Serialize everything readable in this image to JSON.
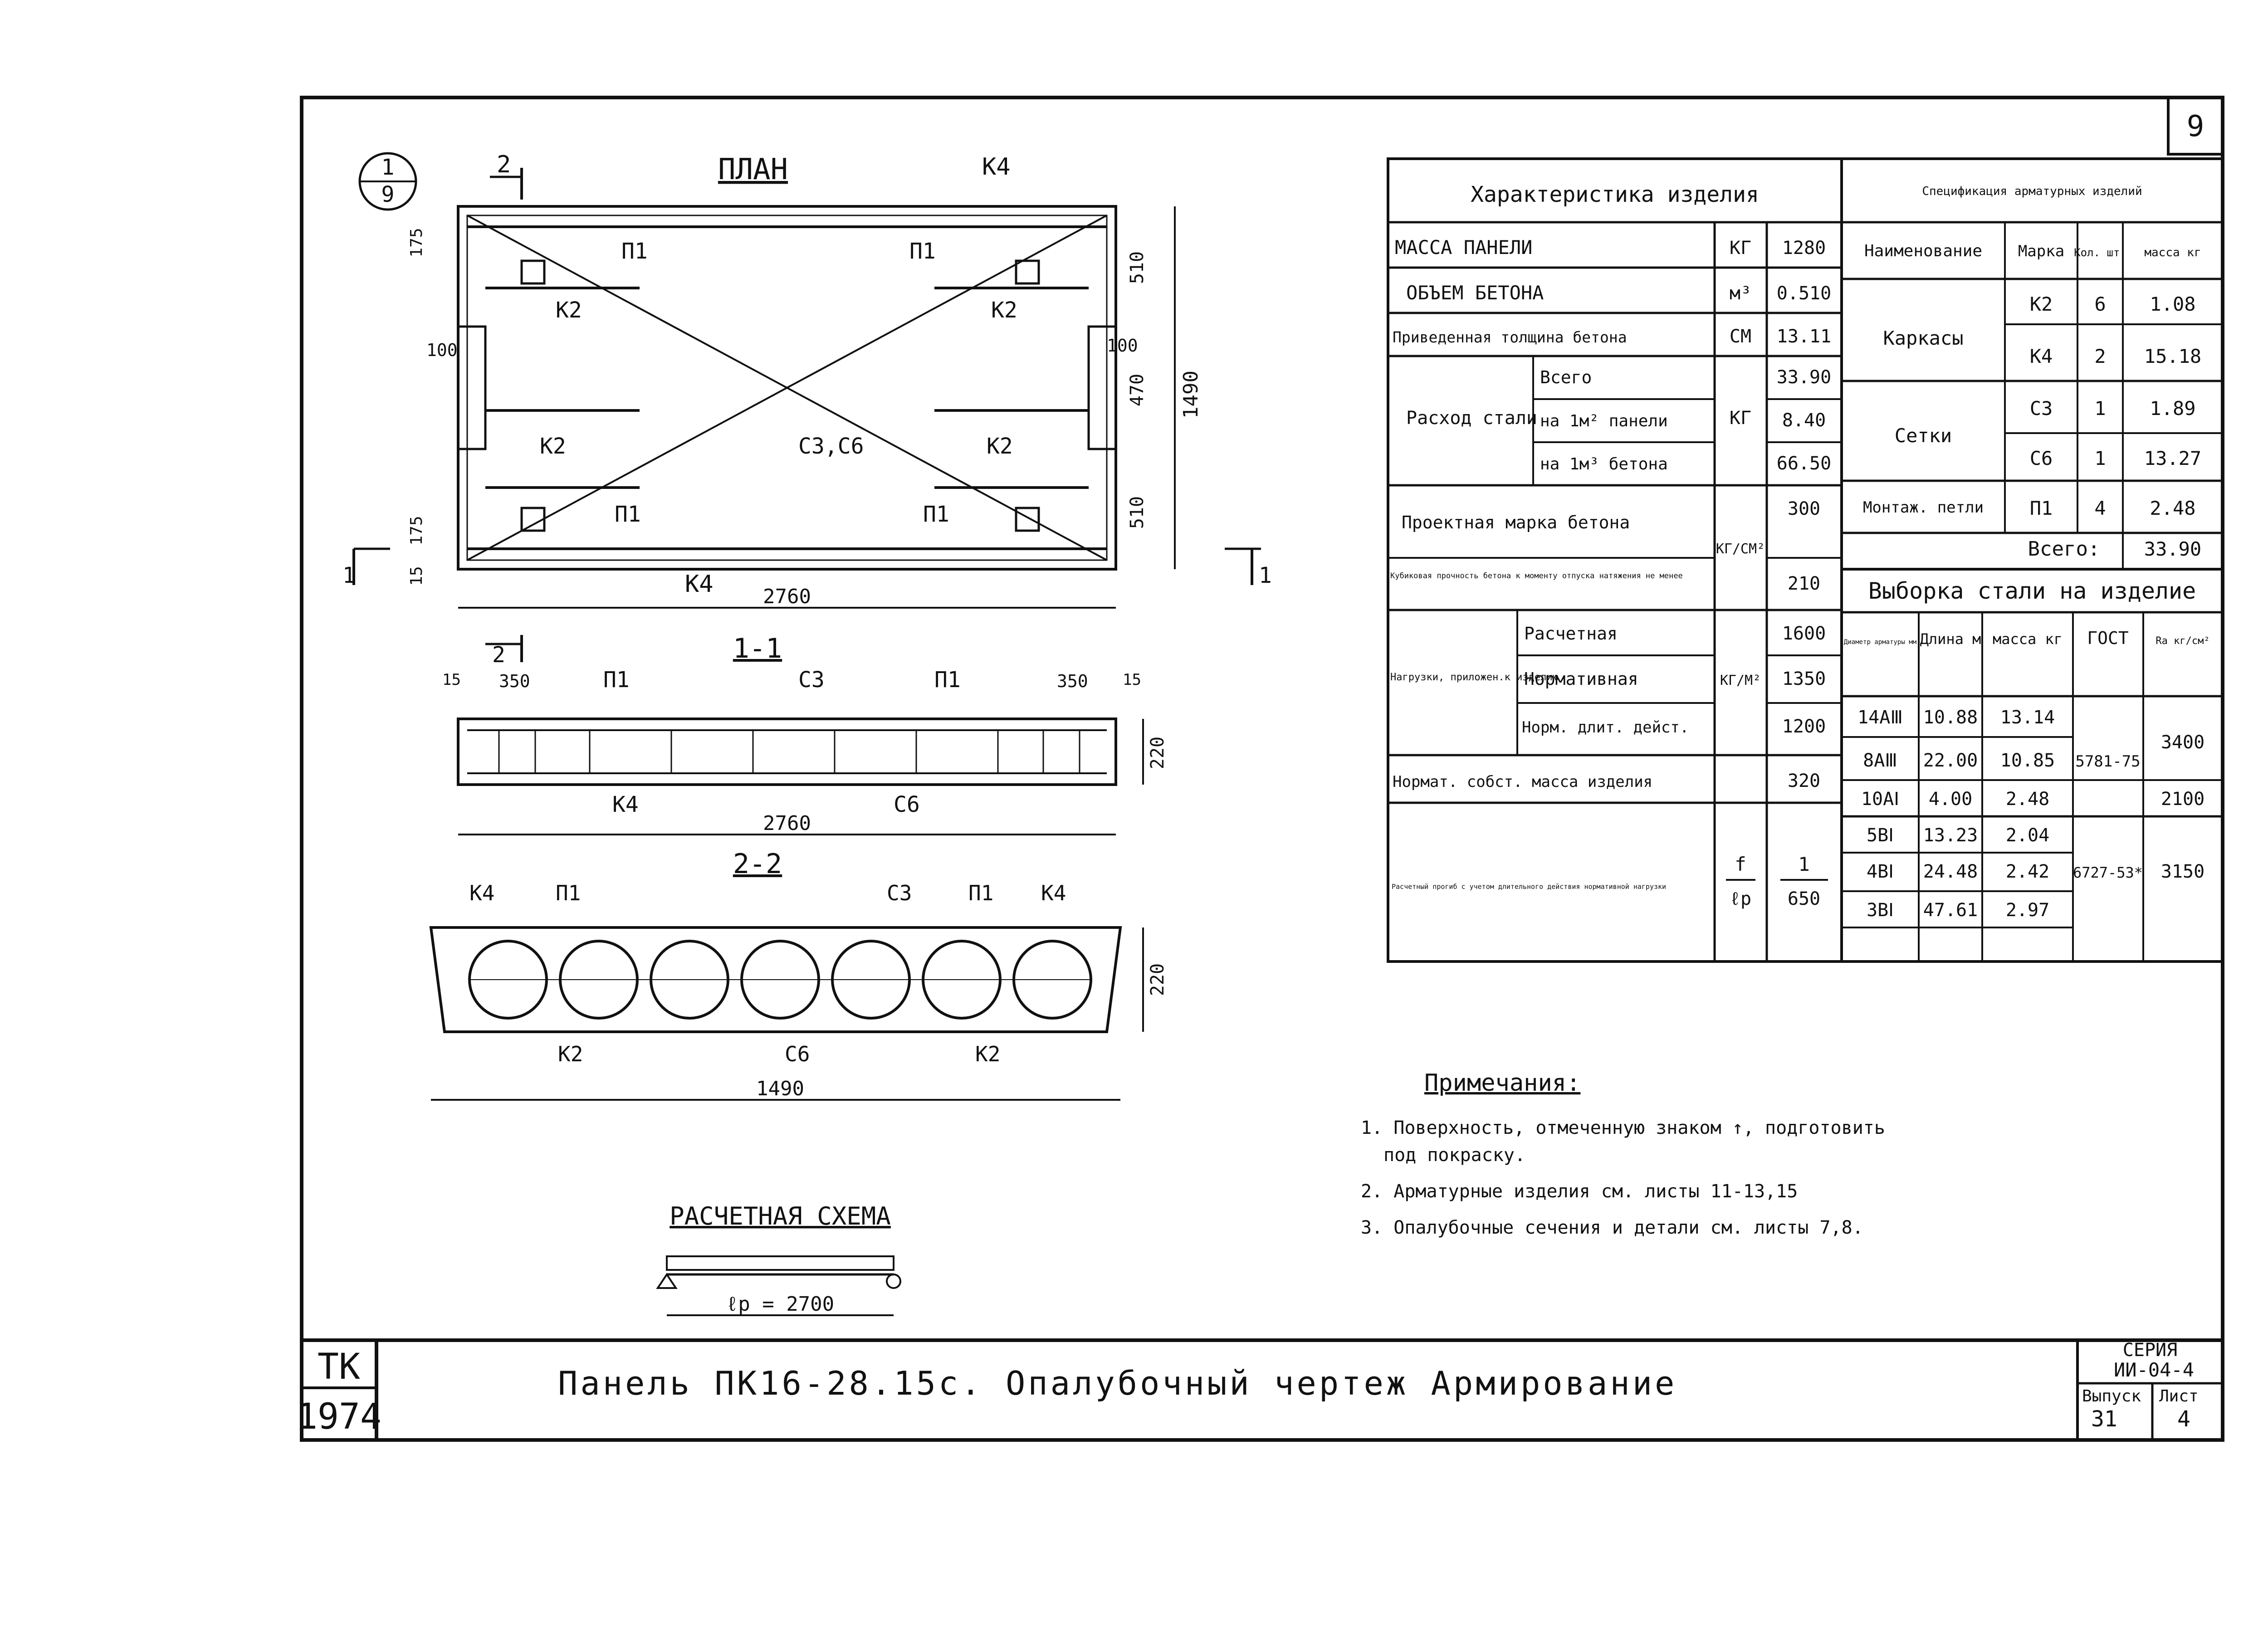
{
  "sheet_number": "9",
  "title_block": {
    "org": "ТК",
    "year": "1974",
    "title": "Панель  ПК16-28.15с.  Опалубочный  чертеж  Армирование",
    "series_label": "СЕРИЯ",
    "series": "ИИ-04-4",
    "issue_label": "Выпуск",
    "issue": "31",
    "sheet_label": "Лист",
    "sheet": "4"
  },
  "drawings": {
    "plan": {
      "title": "ПЛАН",
      "detail_ref_top": "1",
      "detail_ref_bottom": "9",
      "section_mark_2": "2",
      "section_mark_1": "1",
      "marks": {
        "k4": "К4",
        "k2": "К2",
        "p1": "П1",
        "c3c6": "С3,С6"
      },
      "dims": {
        "length": "2760",
        "width": "1490",
        "d510": "510",
        "d470": "470",
        "d100": "100",
        "d175": "175",
        "d15": "15"
      }
    },
    "section_1_1": {
      "title": "1-1",
      "marks": {
        "p1": "П1",
        "c3": "С3",
        "k4": "К4",
        "c6": "С6"
      },
      "dims": {
        "length": "2760",
        "height": "220",
        "d350": "350",
        "d15": "15"
      }
    },
    "section_2_2": {
      "title": "2-2",
      "marks": {
        "k4": "К4",
        "p1": "П1",
        "c3": "С3",
        "k2": "К2",
        "c6": "С6"
      },
      "dims": {
        "width": "1490",
        "height": "220"
      }
    },
    "design_scheme": {
      "title": "РАСЧЕТНАЯ СХЕМА",
      "span": "ℓр = 2700"
    }
  },
  "characteristics": {
    "header": "Характеристика изделия",
    "rows": [
      {
        "name": "МАССА ПАНЕЛИ",
        "unit": "КГ",
        "value": "1280"
      },
      {
        "name": "ОБЪЕМ БЕТОНА",
        "unit": "м³",
        "value": "0.510"
      },
      {
        "name": "Приведенная толщина бетона",
        "unit": "СМ",
        "value": "13.11"
      }
    ],
    "steel": {
      "label": "Расход стали",
      "unit": "КГ",
      "rows": [
        {
          "name": "Всего",
          "value": "33.90"
        },
        {
          "name": "на 1м² панели",
          "value": "8.40"
        },
        {
          "name": "на 1м³ бетона",
          "value": "66.50"
        }
      ]
    },
    "grade": {
      "name": "Проектная марка бетона",
      "unit": "КГ/СМ²",
      "value": "300"
    },
    "cube": {
      "name": "Кубиковая прочность бетона к моменту отпуска натяжения не менее",
      "value": "210"
    },
    "loads": {
      "label": "Нагрузки, приложен.к изделию",
      "unit": "КГ/М²",
      "rows": [
        {
          "name": "Расчетная",
          "value": "1600"
        },
        {
          "name": "Нормативная",
          "value": "1350"
        },
        {
          "name": "Норм. длит. дейст.",
          "value": "1200"
        }
      ]
    },
    "selfmass": {
      "name": "Нормат. собст. масса изделия",
      "value": "320"
    },
    "deflection": {
      "name": "Расчетный прогиб с учетом длительного действия нормативной нагрузки",
      "unit_num": "f",
      "unit_den": "ℓр",
      "value_num": "1",
      "value_den": "650"
    }
  },
  "specification": {
    "header": "Спецификация арматурных изделий",
    "columns": [
      "Наименование",
      "Марка",
      "Кол. шт.",
      "масса кг"
    ],
    "groups": [
      {
        "name": "Каркасы",
        "items": [
          {
            "mark": "К2",
            "qty": "6",
            "mass": "1.08"
          },
          {
            "mark": "К4",
            "qty": "2",
            "mass": "15.18"
          }
        ]
      },
      {
        "name": "Сетки",
        "items": [
          {
            "mark": "С3",
            "qty": "1",
            "mass": "1.89"
          },
          {
            "mark": "С6",
            "qty": "1",
            "mass": "13.27"
          }
        ]
      },
      {
        "name": "Монтаж. петли",
        "items": [
          {
            "mark": "П1",
            "qty": "4",
            "mass": "2.48"
          }
        ]
      }
    ],
    "total_label": "Всего:",
    "total": "33.90"
  },
  "steel_selection": {
    "header": "Выборка стали на изделие",
    "columns": [
      "Диаметр арматуры мм",
      "Длина м",
      "масса кг",
      "ГОСТ",
      "Ra кг/см²"
    ],
    "rows": [
      {
        "dia": "14АⅢ",
        "len": "10.88",
        "mass": "13.14"
      },
      {
        "dia": "8АⅢ",
        "len": "22.00",
        "mass": "10.85"
      },
      {
        "dia": "10АⅠ",
        "len": "4.00",
        "mass": "2.48"
      },
      {
        "dia": "5ВⅠ",
        "len": "13.23",
        "mass": "2.04"
      },
      {
        "dia": "4ВⅠ",
        "len": "24.48",
        "mass": "2.42"
      },
      {
        "dia": "3ВⅠ",
        "len": "47.61",
        "mass": "2.97"
      }
    ],
    "gost_1": "5781-75",
    "gost_2": "6727-53*",
    "ra_1": "3400",
    "ra_2": "2100",
    "ra_3": "3150"
  },
  "notes": {
    "header": "Примечания:",
    "items": [
      "1. Поверхность, отмеченную знаком ↑, подготовить",
      "под покраску.",
      "2. Арматурные изделия см. листы 11-13,15",
      "3. Опалубочные сечения и детали см. листы 7,8."
    ]
  }
}
